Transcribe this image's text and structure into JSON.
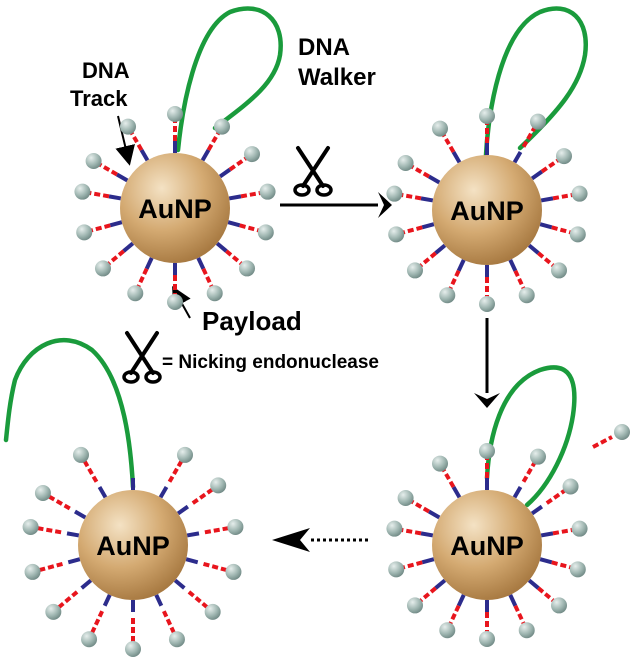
{
  "particle_label": "AuNP",
  "labels": {
    "dna_track_line1": "DNA",
    "dna_track_line2": "Track",
    "dna_walker_line1": "DNA",
    "dna_walker_line2": "Walker",
    "payload": "Payload",
    "legend": "= Nicking endonuclease"
  },
  "colors": {
    "gold": "#d4aa72",
    "gold_highlight": "#f4e2c4",
    "gold_shadow": "#a87a42",
    "walker": "#1a9b3c",
    "dna_blue": "#2c2c8c",
    "dna_red": "#e8151d",
    "bead": "#9eb5b0",
    "bead_highlight": "#e6eeec",
    "arrow": "#000000"
  },
  "icons": {
    "enzyme": "scissors-icon"
  }
}
